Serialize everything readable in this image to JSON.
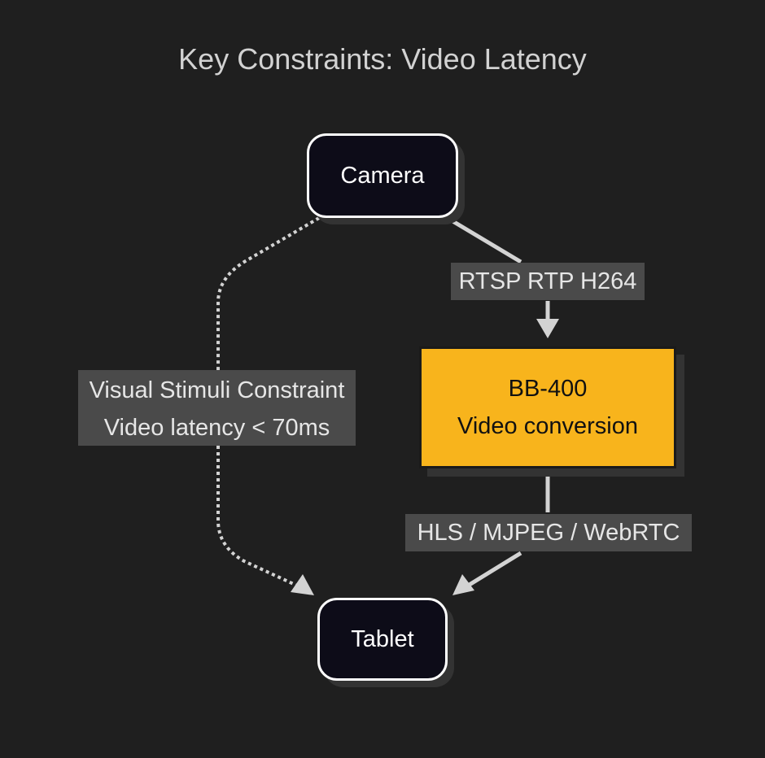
{
  "diagram": {
    "title": "Key Constraints: Video Latency",
    "nodes": {
      "camera": "Camera",
      "bb400": {
        "line1": "BB-400",
        "line2": "Video conversion"
      },
      "tablet": "Tablet"
    },
    "edges": {
      "camera_to_bb400": "RTSP RTP H264",
      "bb400_to_tablet": "HLS / MJPEG / WebRTC",
      "camera_to_tablet": {
        "line1": "Visual Stimuli Constraint",
        "line2": "Video latency < 70ms"
      }
    },
    "colors": {
      "background": "#1f1f1f",
      "node_dark": "#0d0c18",
      "node_accent": "#f8b41c",
      "edge": "#d3d3d3",
      "label_bg": "#4a4a4a"
    }
  }
}
